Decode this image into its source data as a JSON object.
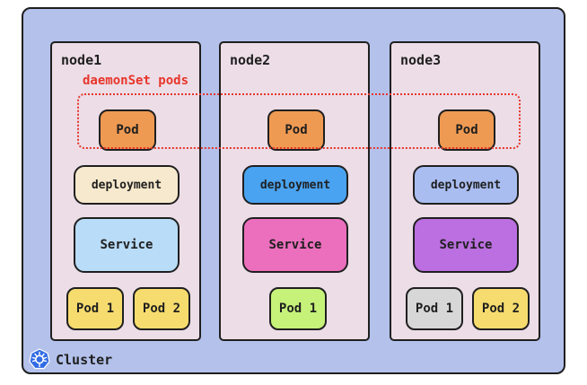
{
  "cluster": {
    "label": "Cluster",
    "icon": "kubernetes-icon"
  },
  "daemonset": {
    "label": "daemonSet pods"
  },
  "nodes": [
    {
      "title": "node1",
      "pod": {
        "label": "Pod",
        "color": "#ef9a52"
      },
      "deployment": {
        "label": "deployment",
        "color": "#f7e9cd"
      },
      "service": {
        "label": "Service",
        "color": "#b9dcf8"
      },
      "pods": [
        {
          "label": "Pod 1",
          "color": "#f6dc6e"
        },
        {
          "label": "Pod 2",
          "color": "#f6dc6e"
        }
      ]
    },
    {
      "title": "node2",
      "pod": {
        "label": "Pod",
        "color": "#ef9a52"
      },
      "deployment": {
        "label": "deployment",
        "color": "#4aa3f0"
      },
      "service": {
        "label": "Service",
        "color": "#ec6fbd"
      },
      "pods": [
        {
          "label": "Pod 1",
          "color": "#c6f27a"
        }
      ]
    },
    {
      "title": "node3",
      "pod": {
        "label": "Pod",
        "color": "#ef9a52"
      },
      "deployment": {
        "label": "deployment",
        "color": "#a9bdf0"
      },
      "service": {
        "label": "Service",
        "color": "#bb6fe0"
      },
      "pods": [
        {
          "label": "Pod 1",
          "color": "#d7d7d7"
        },
        {
          "label": "Pod 2",
          "color": "#f6dc6e"
        }
      ]
    }
  ]
}
